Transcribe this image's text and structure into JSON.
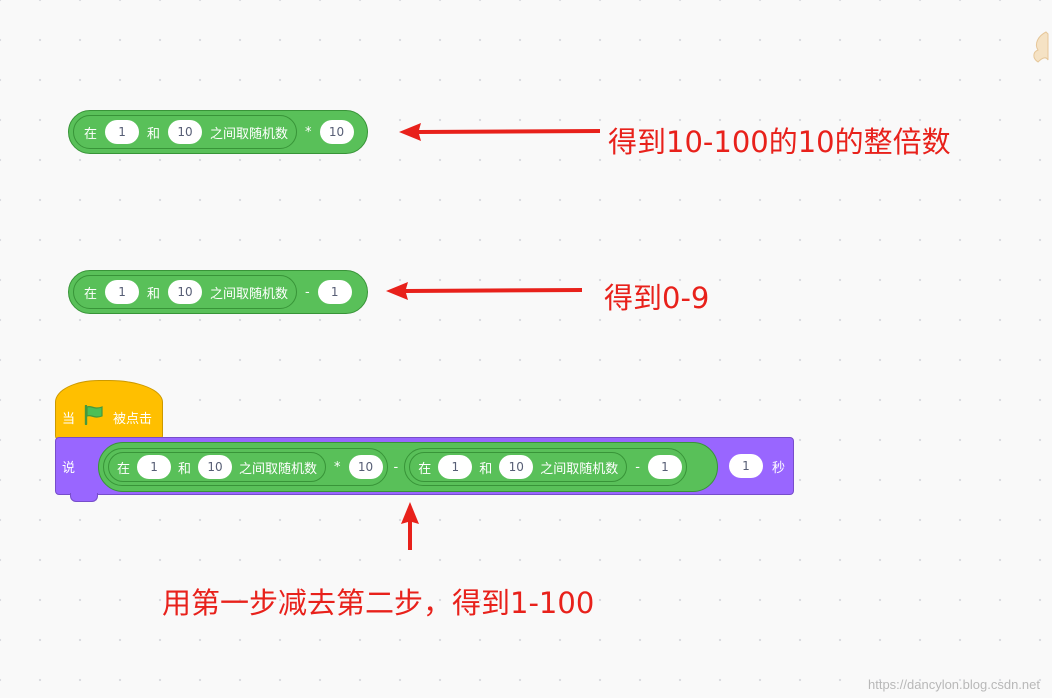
{
  "block1": {
    "random": {
      "prefix": "在",
      "from": "1",
      "middle": "和",
      "to": "10",
      "suffix": "之间取随机数"
    },
    "operator": "*",
    "operand": "10"
  },
  "block2": {
    "random": {
      "prefix": "在",
      "from": "1",
      "middle": "和",
      "to": "10",
      "suffix": "之间取随机数"
    },
    "operator": "-",
    "operand": "1"
  },
  "hat": {
    "when": "当",
    "clicked": "被点击",
    "flag_icon": "green-flag-icon"
  },
  "say_block": {
    "label": "说",
    "left": {
      "random": {
        "prefix": "在",
        "from": "1",
        "middle": "和",
        "to": "10",
        "suffix": "之间取随机数"
      },
      "operator": "*",
      "operand": "10"
    },
    "operator": "-",
    "right": {
      "random": {
        "prefix": "在",
        "from": "1",
        "middle": "和",
        "to": "10",
        "suffix": "之间取随机数"
      },
      "operator": "-",
      "operand": "1"
    },
    "seconds": "1",
    "seconds_unit": "秒"
  },
  "annotations": {
    "note1": "得到10-100的10的整倍数",
    "note2": "得到0-9",
    "note3": "用第一步减去第二步，得到1-100"
  },
  "colors": {
    "operator_green": "#59c059",
    "event_yellow": "#ffbf00",
    "looks_purple": "#9966ff",
    "annotation_red": "#e8211b"
  },
  "watermark": "https://dancylon.blog.csdn.net"
}
